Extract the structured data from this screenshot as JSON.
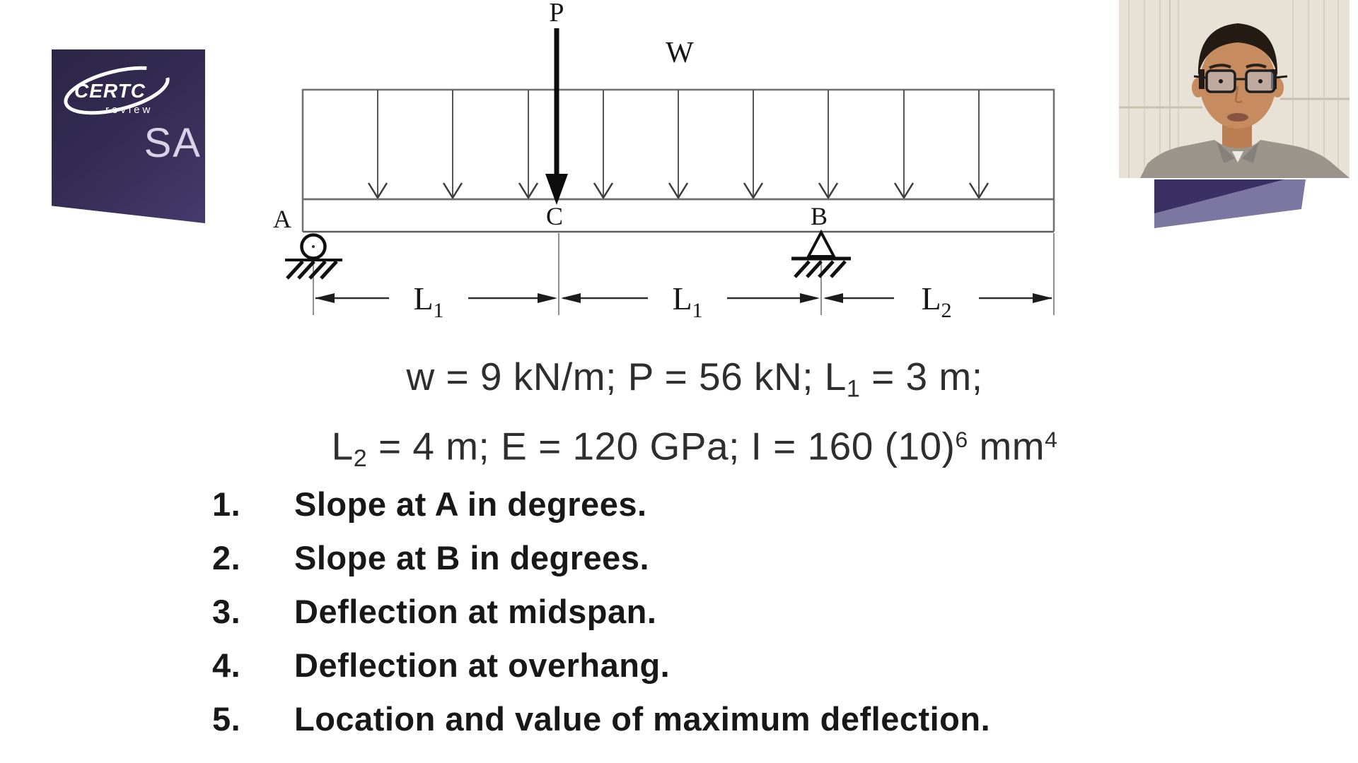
{
  "slide": {
    "logo": {
      "brand": "CERTC",
      "brand_tagline": "review",
      "course": "SA"
    },
    "beam": {
      "point_load_label": "P",
      "distributed_load_label": "W",
      "support_a_label": "A",
      "midspan_label": "C",
      "support_b_label": "B",
      "dims": [
        {
          "base": "L",
          "sub": "1"
        },
        {
          "base": "L",
          "sub": "1"
        },
        {
          "base": "L",
          "sub": "2"
        }
      ]
    },
    "given": {
      "line1": {
        "t1": "w = 9 kN/m; P = 56 kN; L",
        "sub1": "1",
        "t2": " = 3 m;"
      },
      "line2": {
        "t1": "L",
        "sub1": "2",
        "t2": " = 4 m; E = 120 GPa; I = 160 (10)",
        "sup1": "6",
        "t3": " mm",
        "sup2": "4"
      }
    },
    "questions": [
      {
        "num": "1.",
        "text": "Slope at A in degrees."
      },
      {
        "num": "2.",
        "text": "Slope at B in degrees."
      },
      {
        "num": "3.",
        "text": "Deflection at midspan."
      },
      {
        "num": "4.",
        "text": "Deflection at overhang."
      },
      {
        "num": "5.",
        "text": "Location and value of maximum deflection."
      }
    ],
    "colors": {
      "logo_purple_dark": "#2b2546",
      "logo_purple_light": "#463a6b",
      "ribbon_dark": "#3a3064",
      "ribbon_light": "#7c77a1",
      "ink": "#181818"
    }
  }
}
